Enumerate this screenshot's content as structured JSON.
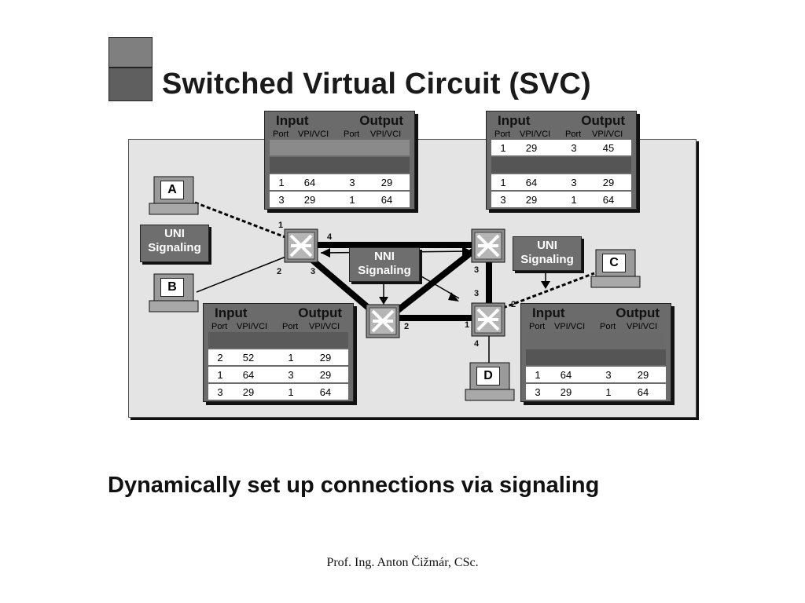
{
  "title": "Switched Virtual Circuit (SVC)",
  "subtitle": "Dynamically set up connections via signaling",
  "footer": "Prof. Ing. Anton Čižmár, CSc.",
  "table_header": {
    "input": "Input",
    "output": "Output",
    "port": "Port",
    "vpivci": "VPI/VCI"
  },
  "tables": {
    "top_left": {
      "rows": [
        [],
        [],
        [
          "1",
          "64",
          "3",
          "29"
        ],
        [
          "3",
          "29",
          "1",
          "64"
        ]
      ]
    },
    "top_right": {
      "rows": [
        [
          "1",
          "29",
          "3",
          "45"
        ],
        [],
        [
          "1",
          "64",
          "3",
          "29"
        ],
        [
          "3",
          "29",
          "1",
          "64"
        ]
      ]
    },
    "bottom_left": {
      "rows": [
        [],
        [
          "2",
          "52",
          "1",
          "29"
        ],
        [
          "1",
          "64",
          "3",
          "29"
        ],
        [
          "3",
          "29",
          "1",
          "64"
        ]
      ]
    },
    "bottom_right": {
      "rows": [
        [],
        [],
        [
          "1",
          "64",
          "3",
          "29"
        ],
        [
          "3",
          "29",
          "1",
          "64"
        ]
      ]
    }
  },
  "labels": {
    "uni_left": [
      "UNI",
      "Signaling"
    ],
    "uni_right": [
      "UNI",
      "Signaling"
    ],
    "nni": [
      "NNI",
      "Signaling"
    ]
  },
  "terminals": {
    "a": "A",
    "b": "B",
    "c": "C",
    "d": "D"
  },
  "ports": {
    "sw1": [
      "1",
      "4",
      "2",
      "3"
    ],
    "sw2": [
      "2"
    ],
    "sw3": [
      "3"
    ],
    "sw4": [
      "3",
      "2",
      "1",
      "4"
    ]
  }
}
